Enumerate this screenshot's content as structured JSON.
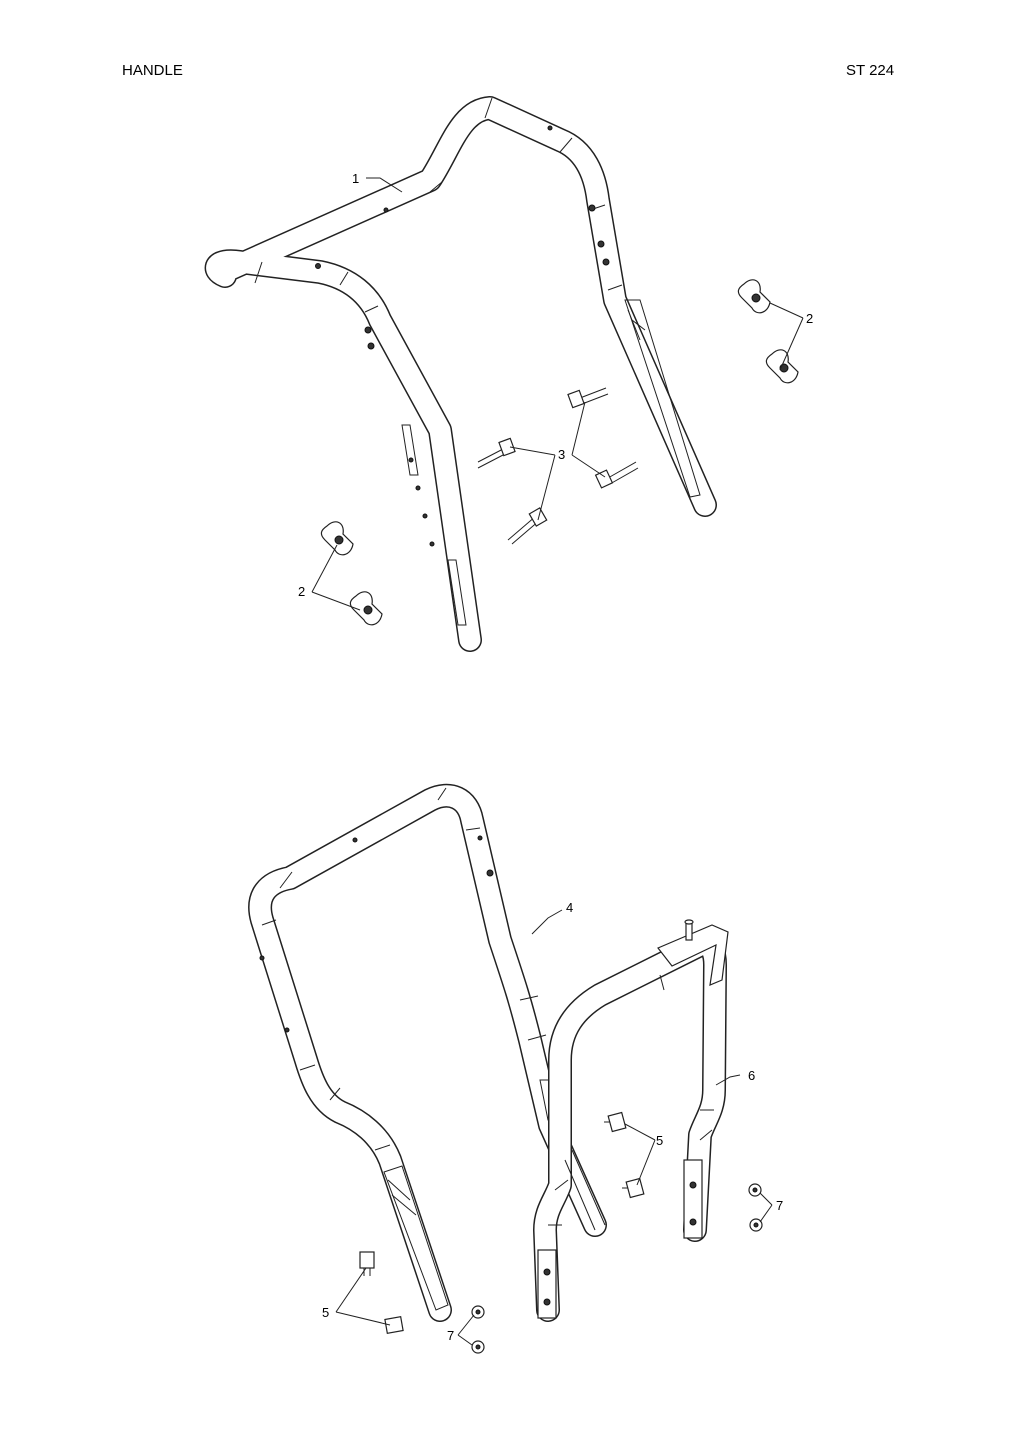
{
  "header": {
    "title": "HANDLE",
    "model": "ST 224"
  },
  "callouts": {
    "c1": "1",
    "c2a": "2",
    "c2b": "2",
    "c3": "3",
    "c4": "4",
    "c5a": "5",
    "c5b": "5",
    "c6": "6",
    "c7a": "7",
    "c7b": "7"
  }
}
